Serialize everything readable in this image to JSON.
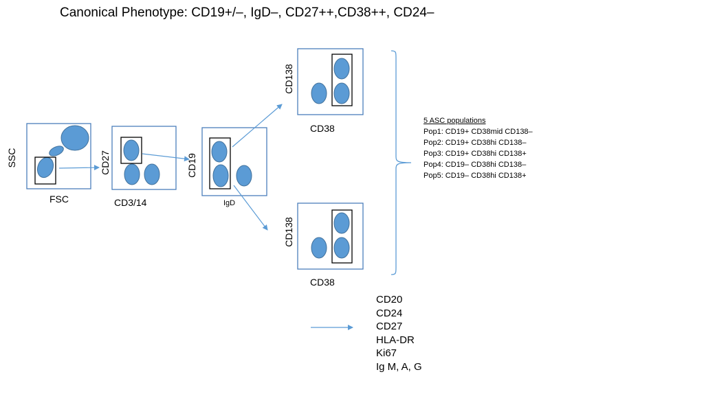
{
  "title": "Canonical Phenotype: CD19+/–, IgD–, CD27++,CD38++, CD24–",
  "plots": {
    "fsc_ssc": {
      "x_label": "FSC",
      "y_label": "SSC"
    },
    "cd314_cd27": {
      "x_label": "CD3/14",
      "y_label": "CD27"
    },
    "igd_cd19": {
      "x_label": "IgD",
      "y_label": "CD19"
    },
    "cd38_cd138_top": {
      "x_label": "CD38",
      "y_label": "CD138"
    },
    "cd38_cd138_bottom": {
      "x_label": "CD38",
      "y_label": "CD138"
    }
  },
  "populations": {
    "heading": "5 ASC populations",
    "items": [
      "Pop1: CD19+ CD38mid CD138–",
      "Pop2: CD19+ CD38hi CD138–",
      "Pop3: CD19+ CD38hi CD138+",
      "Pop4: CD19– CD38hi CD138–",
      "Pop5: CD19– CD38hi CD138+"
    ]
  },
  "markers": [
    "CD20",
    "CD24",
    "CD27",
    "HLA-DR",
    "Ki67",
    "Ig M, A, G"
  ],
  "colors": {
    "population_fill": "#5b9bd5",
    "population_stroke": "#41719c",
    "plot_border": "#4a7ebb",
    "arrow": "#5b9bd5",
    "gate": "#000000"
  }
}
